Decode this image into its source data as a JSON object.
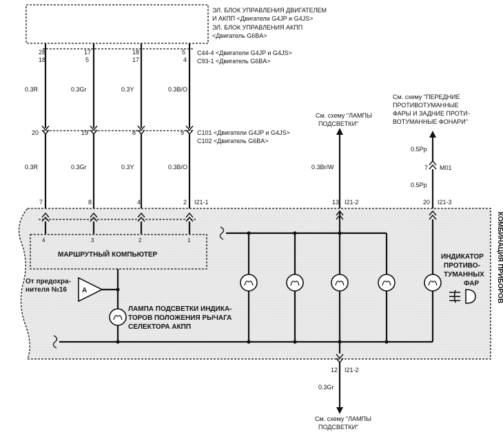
{
  "ecu": {
    "line1": "ЭЛ. БЛОК УПРАВЛЕНИЯ ДВИГАТЕЛЕМ",
    "line2": "И АКПП <Двигатели G4JP и G4JS>",
    "line3": "ЭЛ. БЛОК УПРАВЛЕНИЯ АКПП",
    "line4": "<Двигатель G6BA>"
  },
  "connector_top": {
    "c44": "C44-4 <Двигатели G4JP и G4JS>",
    "c93": "C93-1 <Двигатель G6BA>",
    "pins_a": [
      "28",
      "17",
      "18",
      "5"
    ],
    "pins_b": [
      "18",
      "5",
      "17",
      "4"
    ]
  },
  "wires_upper": [
    "0.3R",
    "0.3Gr",
    "0.3Y",
    "0.3B/O"
  ],
  "connector_mid": {
    "c101": "C101 <Двигатели G4JP и G4JS>",
    "c102": "C102 <Двигатель G6BA>",
    "pins": [
      "20",
      "19",
      "8",
      "9"
    ]
  },
  "wires_lower": [
    "0.3R",
    "0.3Gr",
    "0.3Y",
    "0.3B/O"
  ],
  "cluster_conn_1": {
    "name": "I21-1",
    "pins": [
      "7",
      "8",
      "4",
      "2"
    ]
  },
  "trip_computer": {
    "label": "МАРШРУТНЫЙ КОМПЬЮТЕР",
    "pins": [
      "4",
      "3",
      "2",
      "1"
    ]
  },
  "fuse": {
    "label_line1": "От предохра-",
    "label_line2": "нителя №16",
    "letter": "A"
  },
  "selector_lamp": {
    "line1": "ЛАМПА ПОДСВЕТКИ ИНДИКА-",
    "line2": "ТОРОВ ПОЛОЖЕНИЯ РЫЧАГА",
    "line3": "СЕЛЕКТОРА АКПП"
  },
  "illumination_in": {
    "ref_line1": "См. схему \"ЛАМПЫ",
    "ref_line2": "ПОДСВЕТКИ\"",
    "wire": "0.3Br/W",
    "pin": "13",
    "conn": "I21-2"
  },
  "fog_ref": {
    "line1": "См. схему \"ПЕРЕДНИЕ",
    "line2": "ПРОТИВОТУМАННЫЕ",
    "line3": "ФАРЫ И ЗАДНИЕ ПРОТИ-",
    "line4": "ВОТУМАННЫЕ ФОНАРИ\"",
    "wire1": "0.5Pp",
    "m_pin": "7",
    "m_conn": "M01",
    "wire2": "0.5Pp",
    "pin": "20",
    "conn": "I21-3"
  },
  "fog_indicator": {
    "line1": "ИНДИКАТОР",
    "line2": "ПРОТИВО-",
    "line3": "ТУМАННЫХ",
    "line4": "ФАР"
  },
  "cluster_title": "КОМБИНАЦИЯ ПРИБОРОВ",
  "ground_out": {
    "pin": "12",
    "conn": "I21-2",
    "wire": "0.3Gr",
    "ref_line1": "См. схему \"ЛАМПЫ",
    "ref_line2": "ПОДСВЕТКИ\""
  }
}
